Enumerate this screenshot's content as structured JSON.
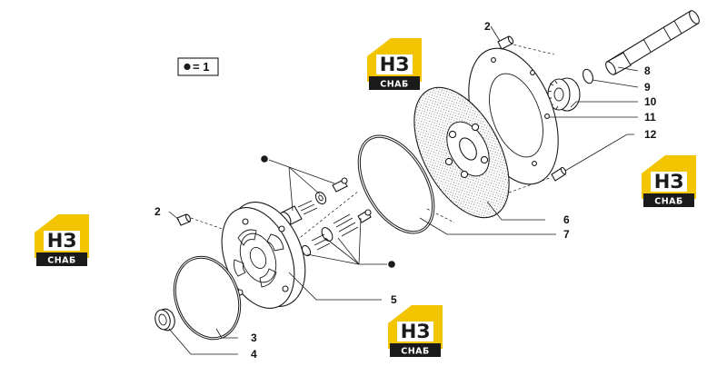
{
  "legend": {
    "symbol": "dot",
    "text": "= 1"
  },
  "callouts": [
    {
      "id": "c2a",
      "label": "2"
    },
    {
      "id": "c2b",
      "label": "2"
    },
    {
      "id": "c3",
      "label": "3"
    },
    {
      "id": "c4",
      "label": "4"
    },
    {
      "id": "c5",
      "label": "5"
    },
    {
      "id": "c6",
      "label": "6"
    },
    {
      "id": "c7",
      "label": "7"
    },
    {
      "id": "c8",
      "label": "8"
    },
    {
      "id": "c9",
      "label": "9"
    },
    {
      "id": "c10",
      "label": "10"
    },
    {
      "id": "c11",
      "label": "11"
    },
    {
      "id": "c12",
      "label": "12"
    }
  ],
  "watermark": {
    "top": "НЗ",
    "bottom": "СНАБ",
    "accent": "#f2c500",
    "dark": "#1a1a1a"
  }
}
